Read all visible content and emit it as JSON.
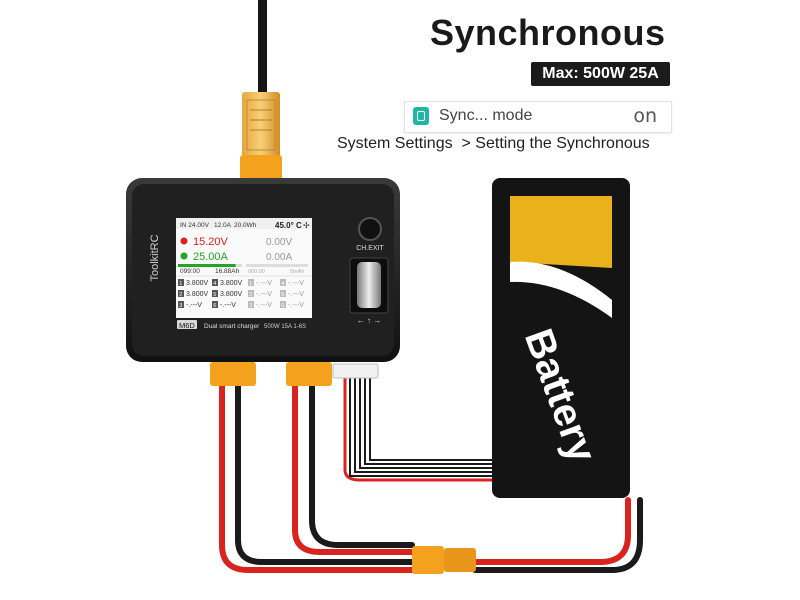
{
  "header": {
    "title": "Synchronous",
    "spec": "Max: 500W 25A"
  },
  "setting": {
    "label": "Sync... mode",
    "value": "on"
  },
  "breadcrumb": {
    "parent": "System Settings",
    "separator": ">",
    "child": "Setting the Synchronous"
  },
  "device": {
    "brand": "ToolkitRC",
    "model": "M6D",
    "description": "Dual smart charger",
    "rating": "500W 15A 1-6S",
    "button_label": "CH.EXIT",
    "nav_arrows": "← ↑ →",
    "screen": {
      "input_voltage": "IN 24.00V",
      "input_current": "12.0A",
      "input_energy": "20.0Wh",
      "temperature": "45.0° C",
      "ch1_voltage": "15.20V",
      "ch1_current": "25.00A",
      "ch2_voltage": "0.00V",
      "ch2_current": "0.00A",
      "ch1_time": "099:00",
      "ch1_capacity": "16.88Ah",
      "ch2_time": "000:00",
      "ch2_capacity": "0mAh",
      "cells_ch1_left": [
        "3.800V",
        "3.800V",
        "-.---V"
      ],
      "cells_ch1_right": [
        "3.800V",
        "3.800V",
        "-.---V"
      ],
      "cells_ch2_left": [
        "-.---V",
        "-.---V",
        "-.---V"
      ],
      "cells_ch2_right": [
        "-.---V",
        "-.---V",
        "-.---V"
      ],
      "cell_numbers": [
        "1",
        "2",
        "3",
        "4",
        "5",
        "6"
      ],
      "ch1_progress": 0.9
    }
  },
  "battery": {
    "label": "Battery"
  },
  "colors": {
    "accent_red": "#e02020",
    "accent_green": "#23a523",
    "battery_yellow": "#e9b21b",
    "battery_black": "#141414",
    "connector_orange": "#f4a21e",
    "wire_red": "#d8231f"
  }
}
